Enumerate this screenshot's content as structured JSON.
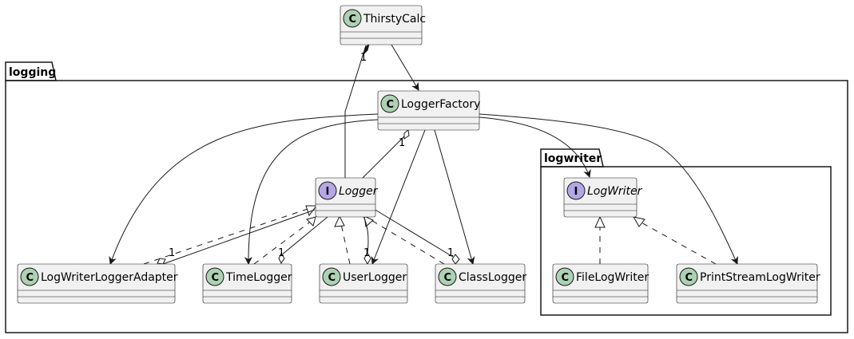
{
  "packages": {
    "logging": "logging",
    "logwriter": "logwriter"
  },
  "classes": {
    "thirsty_calc": {
      "name": "ThirstyCalc",
      "stereotype": "C"
    },
    "logger_factory": {
      "name": "LoggerFactory",
      "stereotype": "C"
    },
    "logger": {
      "name": "Logger",
      "stereotype": "I"
    },
    "log_writer": {
      "name": "LogWriter",
      "stereotype": "I"
    },
    "log_writer_logger_adapter": {
      "name": "LogWriterLoggerAdapter",
      "stereotype": "C"
    },
    "time_logger": {
      "name": "TimeLogger",
      "stereotype": "C"
    },
    "user_logger": {
      "name": "UserLogger",
      "stereotype": "C"
    },
    "class_logger": {
      "name": "ClassLogger",
      "stereotype": "C"
    },
    "file_log_writer": {
      "name": "FileLogWriter",
      "stereotype": "C"
    },
    "print_stream_log_writer": {
      "name": "PrintStreamLogWriter",
      "stereotype": "C"
    }
  },
  "multiplicities": {
    "thirsty_logger": "1",
    "factory_logger": "1",
    "adapter_logger": "1",
    "time_logger": "1",
    "user_logger": "1",
    "class_logger": "1"
  }
}
